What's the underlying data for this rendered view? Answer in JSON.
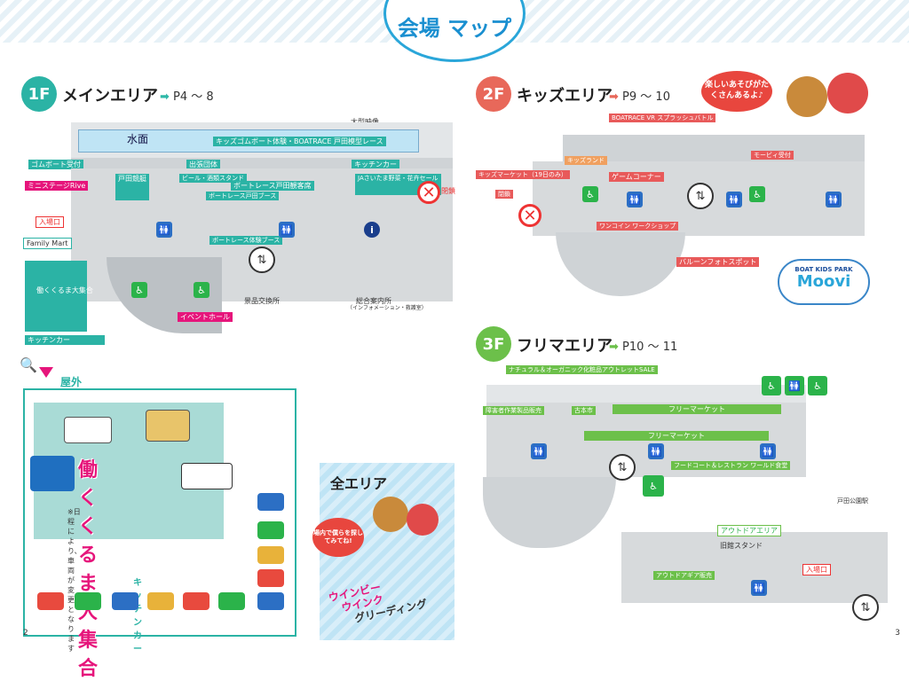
{
  "header": {
    "title": "会場 マップ"
  },
  "pages": {
    "left": "2",
    "right": "3"
  },
  "floor1": {
    "badge": "1F",
    "title": "メインエリア",
    "pages": "P4 ～ 8",
    "labels": {
      "big_screen": "大型映像",
      "suimen": "水面",
      "kids_boat": "キッズゴムボート体験・BOATRACE 戸田模型レース",
      "gomboat": "ゴムボート受付",
      "ministage": "ミニステージRive",
      "toda_pref": "戸田競艇",
      "shushu": "出張団体",
      "beer": "ビール・酒類スタンド",
      "boatrace_toda": "ボートレース戸田観客席",
      "boatrace_booth": "ボートレース戸田ブース",
      "kitchen_car_top": "キッチンカー",
      "ja": "JAさいたま野菜・花卉セール",
      "entrance": "入場口",
      "familymart": "Family Mart",
      "hataraku_area": "働くくるま大集合",
      "kitchen_car_bottom": "キッチンカー",
      "boat_experience": "ボートレース体験ブース",
      "event_hall": "イベントホール",
      "kakusai": "景品交換所",
      "info": "総合案内所",
      "info_sub": "（インフォメーション・救護室）",
      "closed": "閉鎖"
    }
  },
  "outdoor": {
    "title": "屋外エリア（ウインウインスクエア）",
    "event_title": "働くくるま大集合",
    "note": "※日程により、車両が変更となります",
    "kitchen_car": "キッチンカー"
  },
  "all_area": {
    "title": "全エリア",
    "bubble": "場内で僕らを探してみてね!",
    "greeting_line1": "ウインビー",
    "greeting_line2": "ウインク",
    "greeting_line3": "グリーディング"
  },
  "floor2": {
    "badge": "2F",
    "title": "キッズエリア",
    "pages": "P9 ～ 10",
    "labels": {
      "vr": "BOATRACE VR スプラッシュバトル",
      "kids_land": "キッズランド",
      "game_corner": "ゲームコーナー",
      "mobby": "モービィ受付",
      "kids_market": "キッズマーケット（19日のみ）",
      "closed": "閉鎖",
      "one_coin": "ワンコイン ワークショップ",
      "balloon": "バルーンフォトスポット",
      "speech": "楽しいあそびがたくさんあるよ♪",
      "boat_kids_park": "BOAT KIDS PARK",
      "moovi": "Moovi"
    }
  },
  "floor3": {
    "badge": "3F",
    "title": "フリマエリア",
    "pages": "P10 ～ 11",
    "labels": {
      "natural": "ナチュラル＆オーガニック化粧品アウトレットSALE",
      "handmade": "障害者作業製品販売",
      "ehon": "古本市",
      "flea1": "フリーマーケット",
      "flea2": "フリーマーケット",
      "foodcourt": "フードコート＆レストラン ワールド食堂",
      "outdoor_area": "アウトドアエリア",
      "old_stand": "旧館スタンド",
      "outdoor_goods": "アウトドアギア販売",
      "entrance": "入場口",
      "station": "戸田公園駅"
    }
  }
}
